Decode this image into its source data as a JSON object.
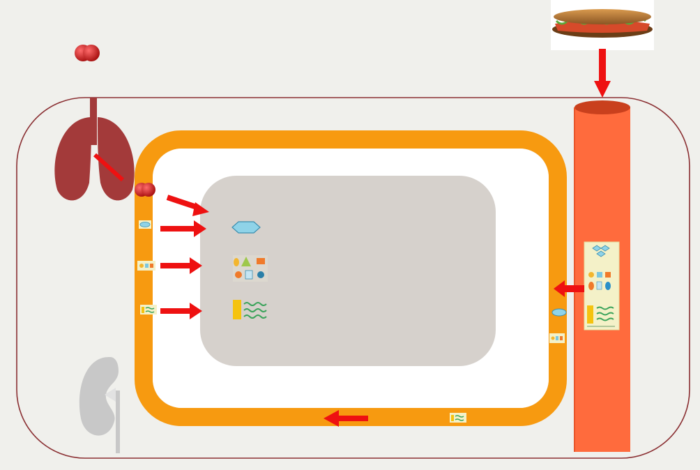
{
  "diagram": {
    "colors": {
      "background": "#f0f0ec",
      "body_outline": "#8a2f32",
      "circulation": "#f79a10",
      "inner_space": "#ffffff",
      "cell": "#d6d1cc",
      "intestine": "#ff6b3d",
      "intestine_top": "#c9401d",
      "lungs": "#a33a3a",
      "arrow": "#ee1111",
      "oxygen": "#cc1a1a",
      "kidney": "#c8c8c8",
      "nutrient_card": "#f4f1c8"
    },
    "nodes": [
      {
        "id": "oxygen-molecule",
        "icon": "oxygen-molecule-icon"
      },
      {
        "id": "lungs",
        "icon": "lungs-icon"
      },
      {
        "id": "sandwich",
        "icon": "sandwich-icon"
      },
      {
        "id": "small-intestine",
        "icon": "intestine-icon"
      },
      {
        "id": "blood-circulation",
        "icon": "blood-loop-icon"
      },
      {
        "id": "body-cell",
        "icon": "cell-icon"
      },
      {
        "id": "kidney",
        "icon": "kidney-icon"
      }
    ],
    "nutrients": [
      {
        "id": "sugar",
        "icon": "glucose-icon"
      },
      {
        "id": "fats",
        "icon": "fat-molecules-icon"
      },
      {
        "id": "amino-acids",
        "icon": "amino-acid-icon"
      }
    ],
    "edges": [
      {
        "from": "sandwich",
        "to": "small-intestine"
      },
      {
        "from": "lungs",
        "to": "blood-circulation"
      },
      {
        "from": "small-intestine",
        "to": "blood-circulation"
      },
      {
        "from": "blood-circulation",
        "to": "body-cell",
        "carries": "oxygen"
      },
      {
        "from": "blood-circulation",
        "to": "body-cell",
        "carries": "sugar"
      },
      {
        "from": "blood-circulation",
        "to": "body-cell",
        "carries": "fats"
      },
      {
        "from": "blood-circulation",
        "to": "body-cell",
        "carries": "amino-acids"
      }
    ]
  }
}
